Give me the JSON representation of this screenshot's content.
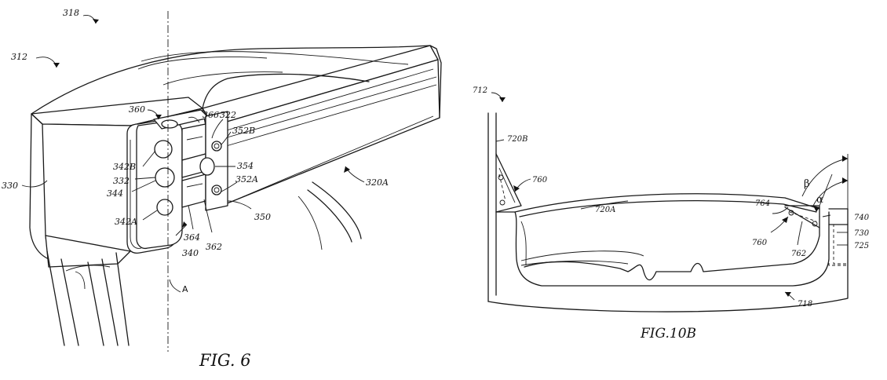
{
  "figures": [
    {
      "title": "FIG. 6",
      "labels": {
        "l312": "312",
        "l318": "318",
        "l330": "330",
        "l360": "360",
        "l366": "366",
        "l322": "322",
        "l352B": "352B",
        "l342B": "342B",
        "l332": "332",
        "l344": "344",
        "l354": "354",
        "l352A": "352A",
        "l342A": "342A",
        "l364": "364",
        "l362": "362",
        "l340": "340",
        "l350": "350",
        "l320A": "320A",
        "axisA": "A"
      }
    },
    {
      "title": "FIG.10B",
      "labels": {
        "l712": "712",
        "l720B": "720B",
        "l760a": "760",
        "l720A": "720A",
        "l764": "764",
        "beta": "β",
        "alpha": "α",
        "l740": "740",
        "l730": "730",
        "l725": "725",
        "l760b": "760",
        "l762": "762",
        "l718": "718"
      }
    }
  ]
}
